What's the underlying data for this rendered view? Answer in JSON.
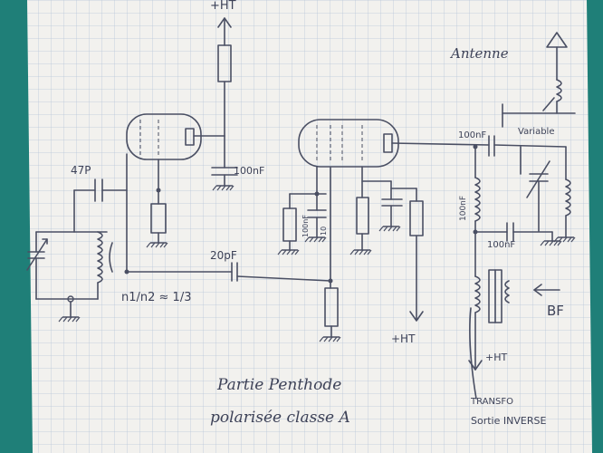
{
  "labels": {
    "top_ht": "+HT",
    "antenna": "Antenne",
    "cap_47p": "47P",
    "cap_100nf_top": "100nF",
    "cap_100nf_right_top": "100nF",
    "cap_100nf_bottom": "100nF",
    "cap_vertical_100nf": "100nF",
    "cap_100nf_cathode": "100nF",
    "cap_10": "10",
    "variable": "Variable",
    "cap_20pf": "20pF",
    "ratio": "n1/n2 ≈ 1/3",
    "ht_bottom": "+HT",
    "ht_right": "+HT",
    "bf": "BF",
    "transfo_line1": "TRANSFO",
    "transfo_line2": "Sortie INVERSE",
    "title_line1": "Partie Penthode",
    "title_line2": "polarisée classe A"
  },
  "colors": {
    "paper": "#f2f1ee",
    "grid": "#b8c7d9",
    "ink": "#4a4f63",
    "background": "#1f7f78"
  }
}
